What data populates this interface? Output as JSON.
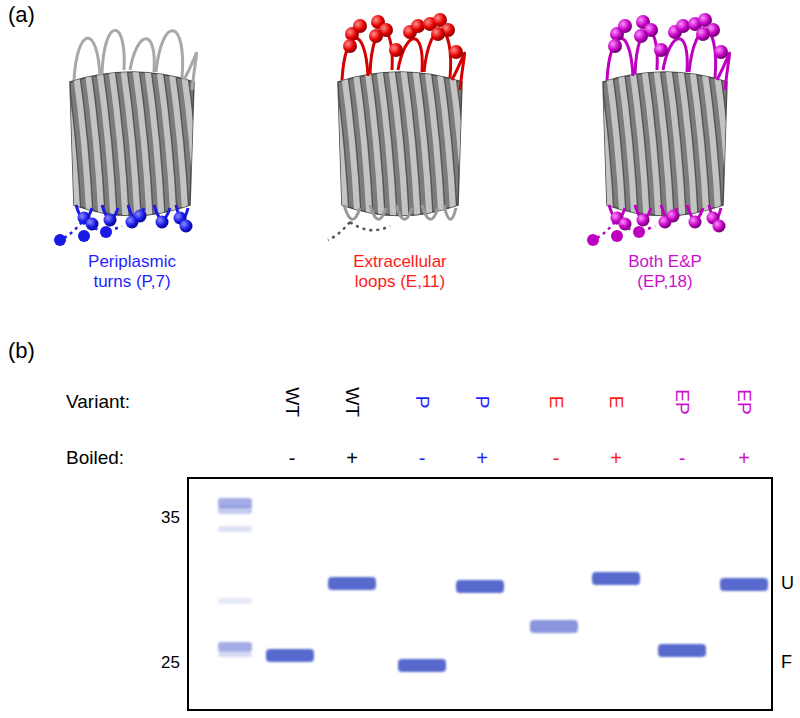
{
  "diagram": {
    "labels": [
      "(a)",
      "Periplasmic turns (P,7)",
      "Extracellular loops (E,11)",
      "Both E&P (EP,18)",
      "(b)",
      "Variant:",
      "WT",
      "WT",
      "P",
      "P",
      "E",
      "E",
      "EP",
      "EP",
      "Boiled:",
      "-",
      "+",
      "-",
      "+",
      "-",
      "+",
      "-",
      "+",
      "35",
      "25",
      "U",
      "F"
    ]
  }
}
